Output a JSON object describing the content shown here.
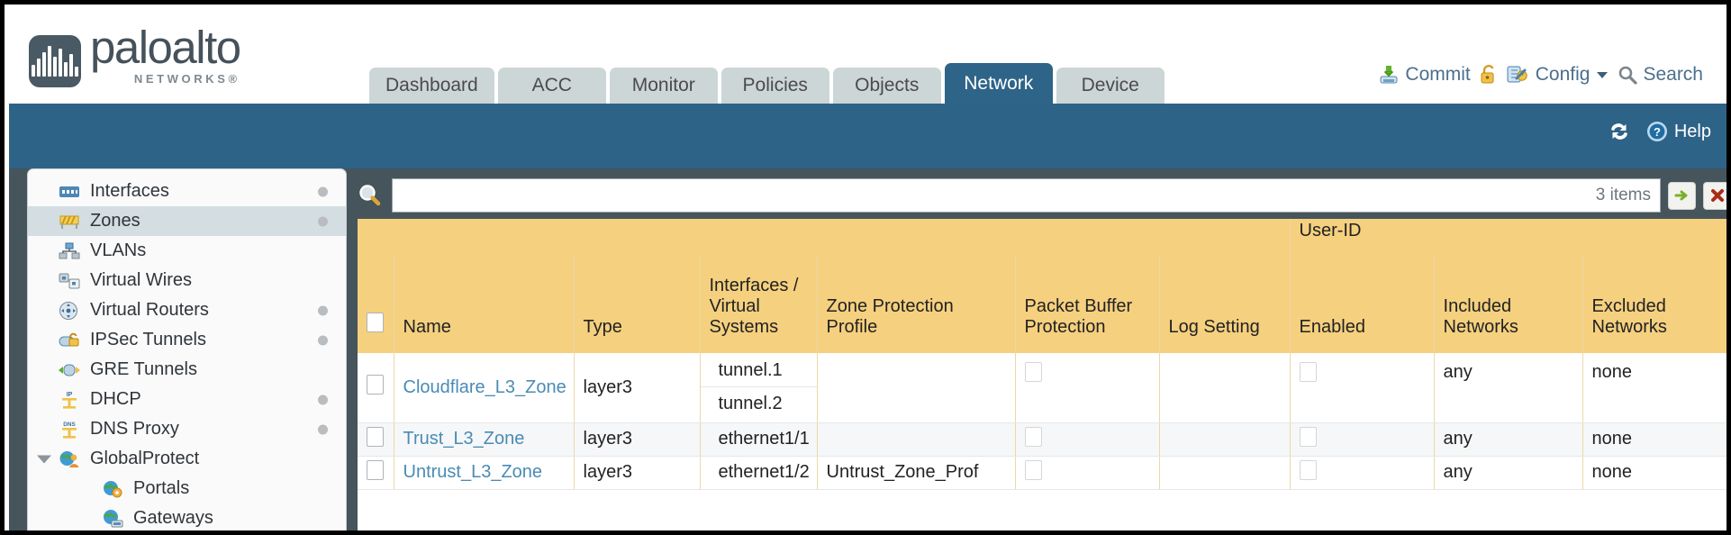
{
  "brand": {
    "name": "paloalto",
    "sub": "NETWORKS®"
  },
  "nav": {
    "tabs": [
      {
        "label": "Dashboard",
        "active": false
      },
      {
        "label": "ACC",
        "active": false
      },
      {
        "label": "Monitor",
        "active": false
      },
      {
        "label": "Policies",
        "active": false
      },
      {
        "label": "Objects",
        "active": false
      },
      {
        "label": "Network",
        "active": true
      },
      {
        "label": "Device",
        "active": false
      }
    ],
    "actions": {
      "commit": "Commit",
      "config": "Config",
      "search": "Search",
      "lock_icon": "lock-icon",
      "commit_icon": "commit-icon",
      "config_icon": "config-icon",
      "search_icon": "search-icon",
      "caret_icon": "chevron-down-icon"
    }
  },
  "band": {
    "refresh_icon": "refresh-icon",
    "help_icon": "help-icon",
    "help": "Help"
  },
  "sidebar": {
    "items": [
      {
        "label": "Interfaces",
        "icon": "interfaces-icon",
        "dot": true,
        "selected": false,
        "child": false,
        "caret": false
      },
      {
        "label": "Zones",
        "icon": "zones-icon",
        "dot": true,
        "selected": true,
        "child": false,
        "caret": false
      },
      {
        "label": "VLANs",
        "icon": "vlans-icon",
        "dot": false,
        "selected": false,
        "child": false,
        "caret": false
      },
      {
        "label": "Virtual Wires",
        "icon": "virtual-wires-icon",
        "dot": false,
        "selected": false,
        "child": false,
        "caret": false
      },
      {
        "label": "Virtual Routers",
        "icon": "virtual-routers-icon",
        "dot": true,
        "selected": false,
        "child": false,
        "caret": false
      },
      {
        "label": "IPSec Tunnels",
        "icon": "ipsec-tunnels-icon",
        "dot": true,
        "selected": false,
        "child": false,
        "caret": false
      },
      {
        "label": "GRE Tunnels",
        "icon": "gre-tunnels-icon",
        "dot": false,
        "selected": false,
        "child": false,
        "caret": false
      },
      {
        "label": "DHCP",
        "icon": "dhcp-icon",
        "dot": true,
        "selected": false,
        "child": false,
        "caret": false
      },
      {
        "label": "DNS Proxy",
        "icon": "dns-proxy-icon",
        "dot": true,
        "selected": false,
        "child": false,
        "caret": false
      },
      {
        "label": "GlobalProtect",
        "icon": "globalprotect-icon",
        "dot": false,
        "selected": false,
        "child": false,
        "caret": true
      },
      {
        "label": "Portals",
        "icon": "portals-icon",
        "dot": false,
        "selected": false,
        "child": true,
        "caret": false
      },
      {
        "label": "Gateways",
        "icon": "gateways-icon",
        "dot": false,
        "selected": false,
        "child": true,
        "caret": false
      }
    ]
  },
  "search": {
    "value": "",
    "placeholder": "",
    "items_count": "3 items",
    "apply_icon": "green-arrow-icon",
    "clear_icon": "red-x-icon",
    "magnifier_icon": "magnifier-icon"
  },
  "table": {
    "group_header": "User-ID",
    "columns": [
      "Name",
      "Type",
      "Interfaces / Virtual Systems",
      "Zone Protection Profile",
      "Packet Buffer Protection",
      "Log Setting",
      "Enabled",
      "Included Networks",
      "Excluded Networks"
    ],
    "rows": [
      {
        "name": "Cloudflare_L3_Zone",
        "type": "layer3",
        "interfaces": [
          "tunnel.1",
          "tunnel.2"
        ],
        "zone_protection_profile": "",
        "packet_buffer_protection": false,
        "log_setting": "",
        "enabled": false,
        "included_networks": "any",
        "excluded_networks": "none"
      },
      {
        "name": "Trust_L3_Zone",
        "type": "layer3",
        "interfaces": [
          "ethernet1/1"
        ],
        "zone_protection_profile": "",
        "packet_buffer_protection": false,
        "log_setting": "",
        "enabled": false,
        "included_networks": "any",
        "excluded_networks": "none"
      },
      {
        "name": "Untrust_L3_Zone",
        "type": "layer3",
        "interfaces": [
          "ethernet1/2"
        ],
        "zone_protection_profile": "Untrust_Zone_Prof",
        "packet_buffer_protection": false,
        "log_setting": "",
        "enabled": false,
        "included_networks": "any",
        "excluded_networks": "none"
      }
    ]
  },
  "colors": {
    "brand_blue": "#2e6388",
    "active_tab": "#2e6488",
    "tab_grey": "#ccd6d6",
    "slate": "#46545c",
    "table_header": "#f5d07f",
    "group_header": "#dfae3c",
    "link": "#4a8bb5",
    "sidebar_selected": "#d3dde2"
  }
}
